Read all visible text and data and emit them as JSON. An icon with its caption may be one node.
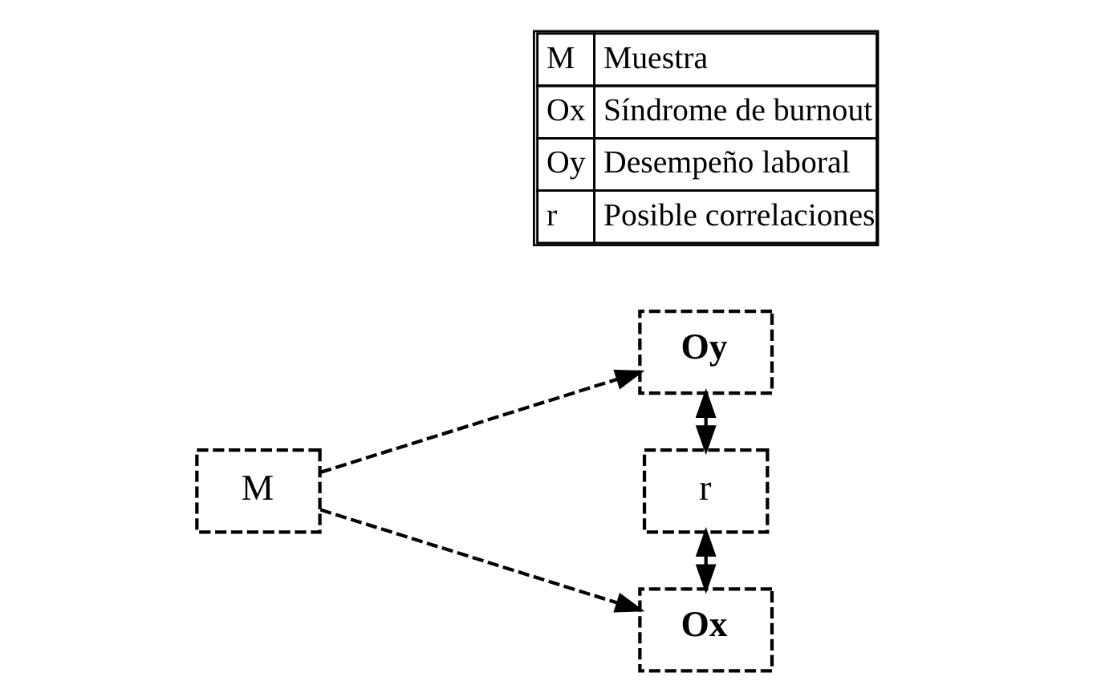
{
  "diagram": {
    "nodes": [
      {
        "text": [
          "M"
        ]
      },
      {
        "text": [
          "Ox"
        ]
      },
      {
        "text": [
          "r"
        ]
      },
      {
        "text": [
          "Oy"
        ]
      }
    ],
    "edges": [
      {
        "from": 0,
        "to": 1,
        "arrow": "to",
        "style": "dashed"
      },
      {
        "from": 0,
        "to": 3,
        "arrow": "to",
        "style": "dashed"
      },
      {
        "from": 1,
        "to": 2,
        "arrow": "both",
        "style": "dashed"
      },
      {
        "from": 2,
        "to": 3,
        "arrow": "both",
        "style": "dashed"
      }
    ],
    "labels": [
      "M",
      "Muestra",
      "Ox",
      "Síndrome de burnout",
      "Oy",
      "Desempeño laboral",
      "r",
      "Posible correlaciones"
    ]
  }
}
